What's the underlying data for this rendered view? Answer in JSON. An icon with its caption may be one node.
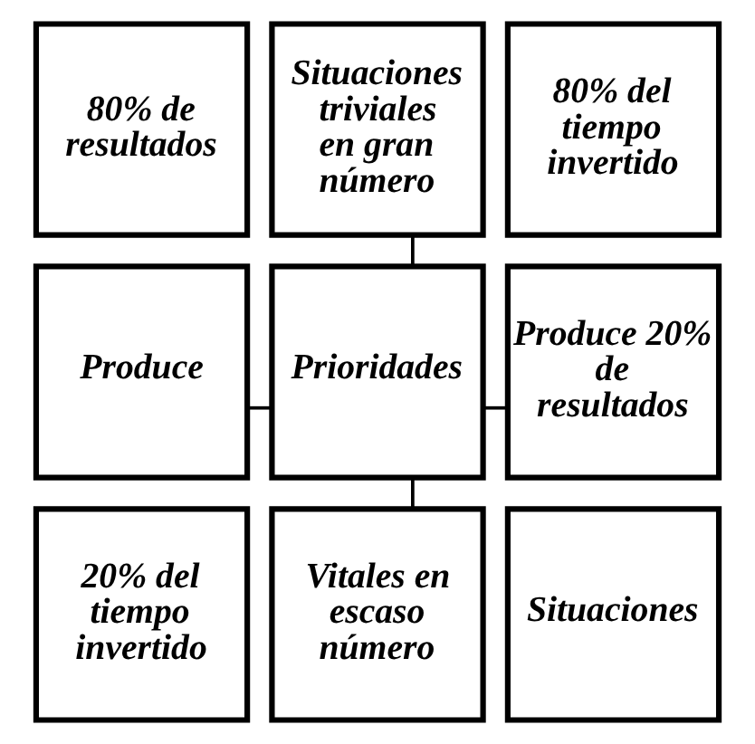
{
  "diagram": {
    "nodes": [
      {
        "text": [
          "Situaciones triviales en gran número"
        ]
      },
      {
        "text": [
          "80% de resultados"
        ]
      },
      {
        "text": [
          "80% del tiempo invertido"
        ]
      },
      {
        "text": [
          "Produce"
        ]
      },
      {
        "text": [
          "Prioridades"
        ]
      },
      {
        "text": [
          "Produce 20% de resultados"
        ]
      },
      {
        "text": [
          "20% del tiempo invertido"
        ]
      },
      {
        "text": [
          "Situaciones"
        ]
      },
      {
        "text": [
          "Vitales en escaso número"
        ]
      }
    ],
    "edges": [
      {
        "from": 4,
        "to": 0,
        "arrow": "none"
      },
      {
        "from": 4,
        "to": 8,
        "arrow": "none"
      },
      {
        "from": 3,
        "to": 4,
        "arrow": "none"
      },
      {
        "from": 4,
        "to": 5,
        "arrow": "none"
      }
    ]
  }
}
